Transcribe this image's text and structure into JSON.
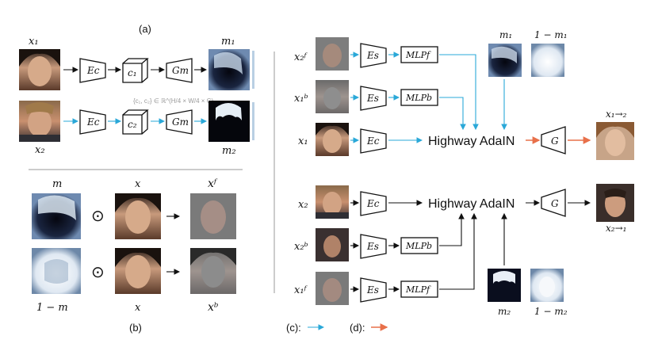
{
  "labels": {
    "panel_a": "(a)",
    "panel_b": "(b)",
    "legend_c": "(c):",
    "legend_d": "(d):",
    "x1": "x₁",
    "x2": "x₂",
    "m1": "m₁",
    "m2": "m₂",
    "one_minus_m1": "1 − m₁",
    "one_minus_m2": "1 − m₂",
    "m": "m",
    "one_minus_m": "1 − m",
    "x": "x",
    "xf": "xᶠ",
    "xb": "xᵇ",
    "x2f": "x₂ᶠ",
    "x1b": "x₁ᵇ",
    "x2b": "x₂ᵇ",
    "x1f": "x₁ᶠ",
    "x12": "x₁→₂",
    "x21": "x₂→₁",
    "set_formula": "{c₁, c₂} ∈ ℝ^(H/4 × W/4 × C)",
    "odot": "⊙"
  },
  "blocks": {
    "Ec": "Ec",
    "Es": "Es",
    "c1": "c₁",
    "c2": "c₂",
    "Gm": "Gm",
    "G": "G",
    "MLPf": "MLPf",
    "MLPb": "MLPb",
    "highway": "Highway AdaIN"
  },
  "colors": {
    "content_path": "#2aa8d8",
    "decode_path": "#e8704a"
  }
}
